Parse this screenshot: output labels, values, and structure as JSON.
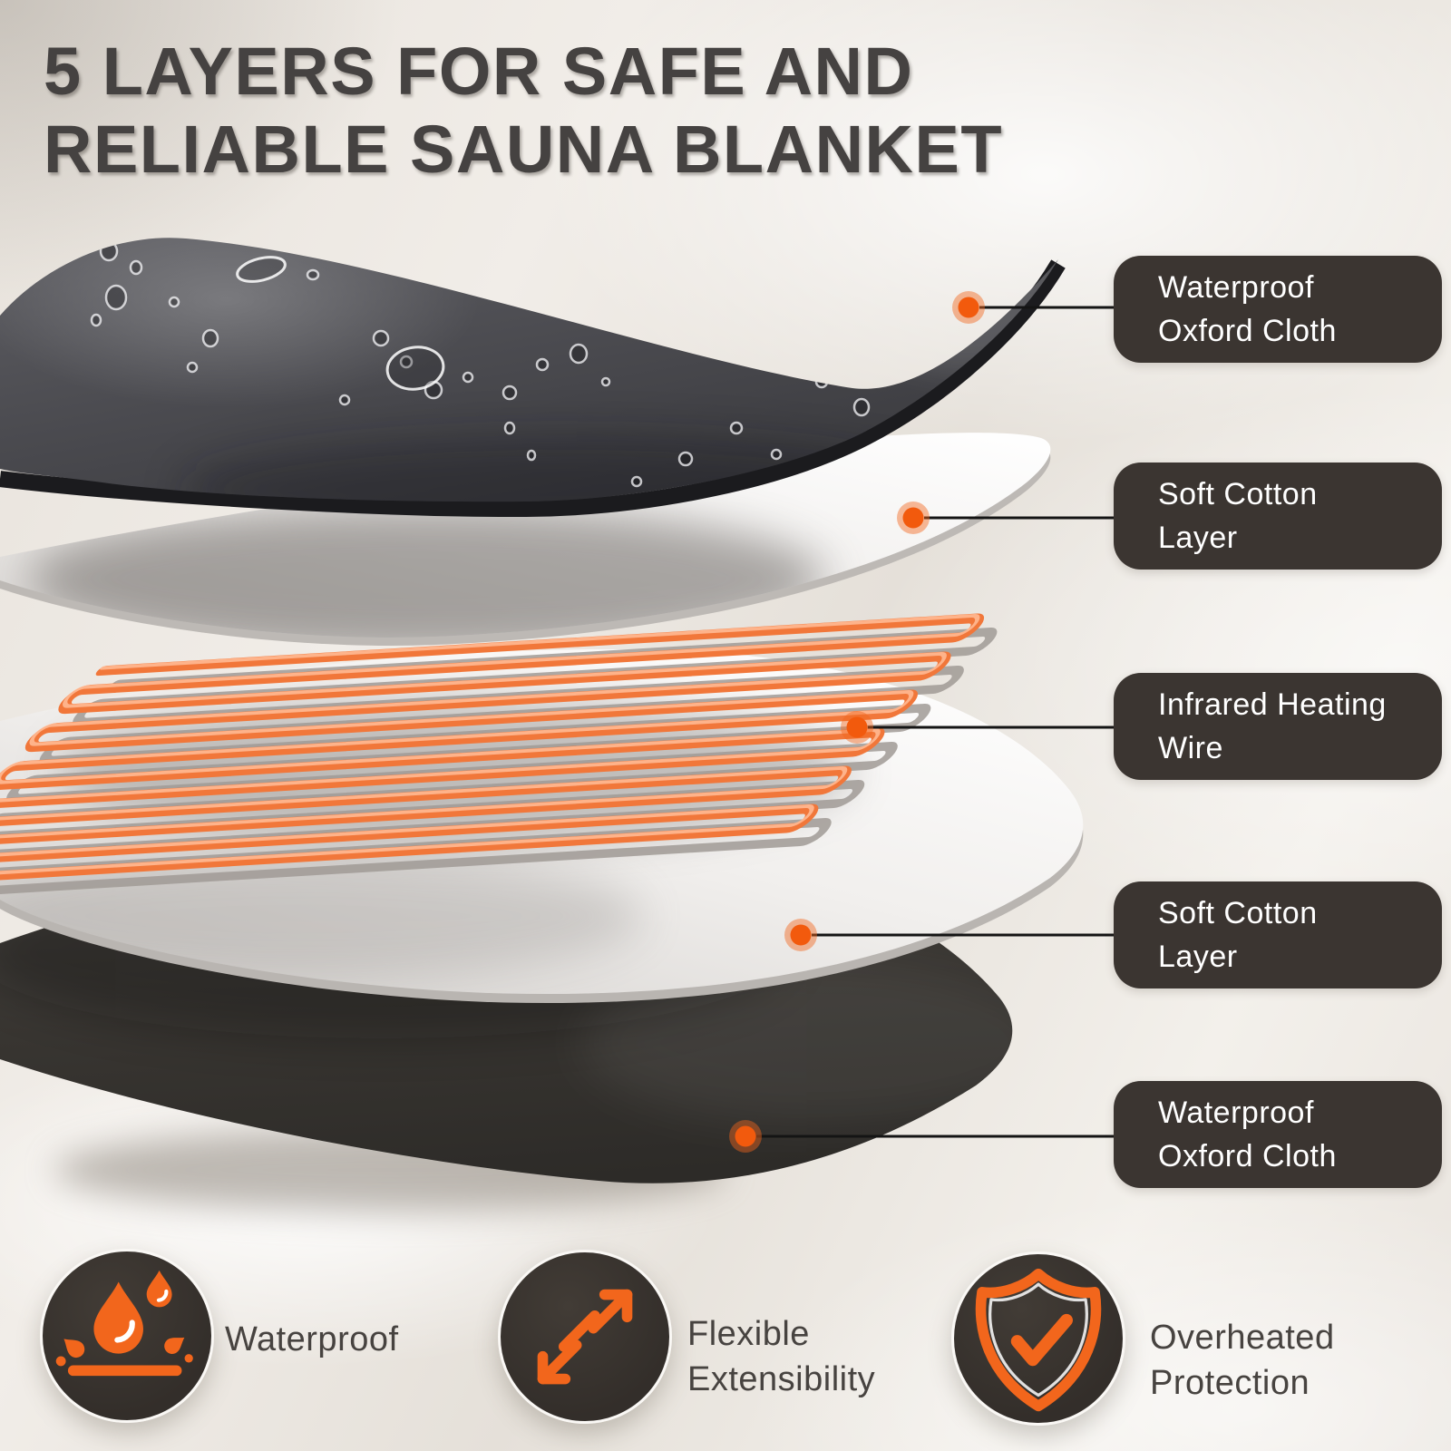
{
  "title": {
    "line1": "5 LAYERS FOR SAFE AND",
    "line2": "RELIABLE SAUNA BLANKET"
  },
  "callouts": [
    {
      "label": "Waterproof Oxford Cloth",
      "lines": [
        "Waterproof",
        "Oxford Cloth"
      ]
    },
    {
      "label": "Soft Cotton Layer",
      "lines": [
        "Soft Cotton",
        "Layer"
      ]
    },
    {
      "label": "Infrared Heating Wire",
      "lines": [
        "Infrared Heating",
        "Wire"
      ]
    },
    {
      "label": "Soft Cotton Layer",
      "lines": [
        "Soft Cotton",
        "Layer"
      ]
    },
    {
      "label": "Waterproof Oxford Cloth",
      "lines": [
        "Waterproof",
        "Oxford Cloth"
      ]
    }
  ],
  "features": [
    {
      "icon": "water-drops-icon",
      "line1": "Waterproof",
      "line2": ""
    },
    {
      "icon": "diagonal-expand-arrows-icon",
      "line1": "Flexible",
      "line2": "Extensibility"
    },
    {
      "icon": "shield-check-icon",
      "line1": "Overheated",
      "line2": "Protection"
    }
  ],
  "colors": {
    "accent_orange": "#F2661C",
    "wire_orange": "#F1773A",
    "pill_background": "#3B3531",
    "circle_background": "#352F2B",
    "title_text": "#454241",
    "feature_text": "#474340",
    "label_text": "#FFFFFF",
    "background_beige": "#EAE5DF"
  }
}
